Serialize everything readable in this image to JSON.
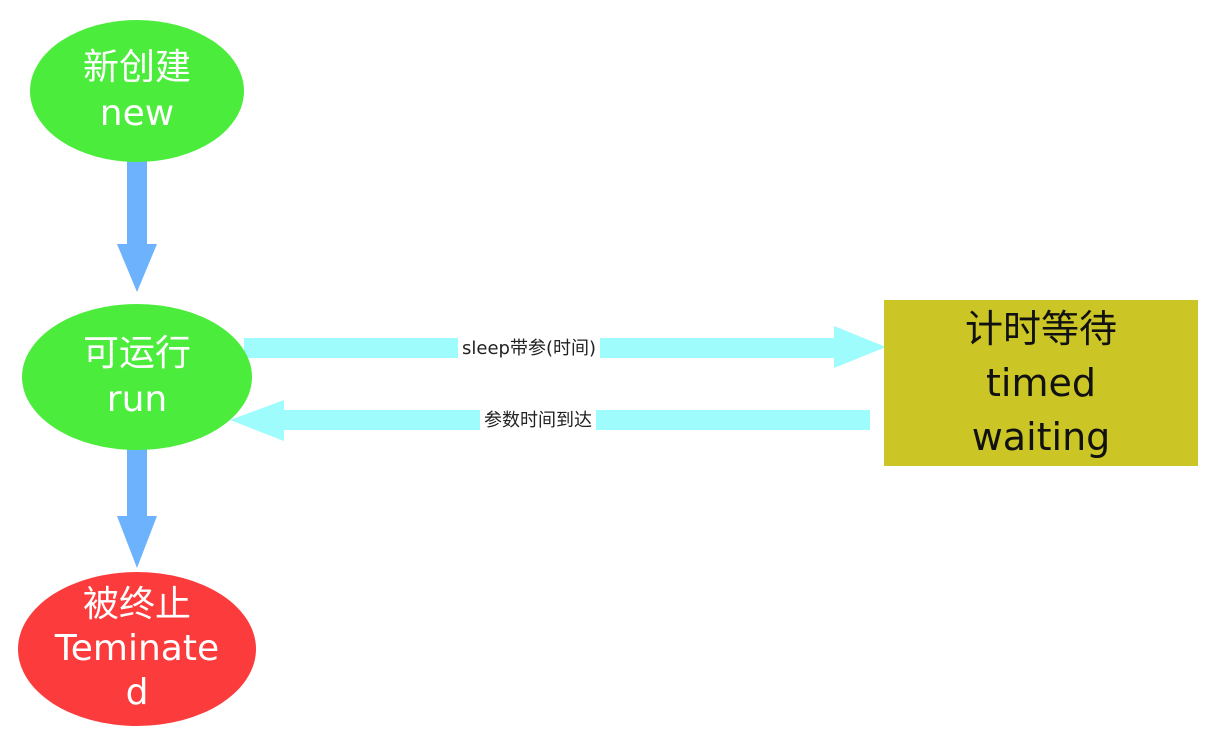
{
  "nodes": {
    "new": {
      "line1": "新创建",
      "line2": "new"
    },
    "run": {
      "line1": "可运行",
      "line2": "run"
    },
    "terminated": {
      "line1": "被终止",
      "line2": "Teminate",
      "line3": "d"
    },
    "timed_waiting": {
      "line1": "计时等待",
      "line2": "timed",
      "line3": "waiting"
    }
  },
  "edges": {
    "sleep": {
      "label": "sleep带参(时间)"
    },
    "time_arrived": {
      "label": "参数时间到达"
    }
  },
  "colors": {
    "state_green": "#4cec3c",
    "terminated_red": "#fb3b3c",
    "timed_waiting_yellow": "#cbc626",
    "vertical_arrow_blue": "#6cb2fc",
    "horizontal_arrow_cyan": "#9efcfc"
  }
}
